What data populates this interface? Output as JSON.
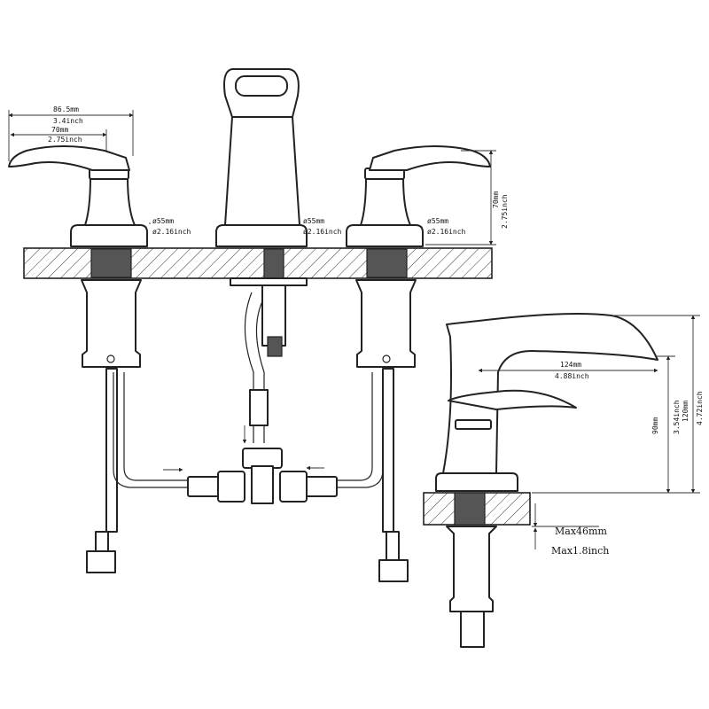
{
  "dimensions": {
    "spread_mm": "86.5mm",
    "spread_in": "3.4inch",
    "handle_mm": "70mm",
    "handle_in": "2.75inch",
    "height_mm": "70mm",
    "height_in": "2.75inch",
    "hole_left_mm": "ø55mm",
    "hole_left_in": "ø2.16inch",
    "hole_center_mm": "ø55mm",
    "hole_center_in": "ø2.16inch",
    "hole_right_mm": "ø55mm",
    "hole_right_in": "ø2.16inch",
    "reach_mm": "124mm",
    "reach_in": "4.88inch",
    "clearance_mm": "90mm",
    "clearance_in": "3.54inch",
    "total_mm": "120mm",
    "total_in": "4.72inch",
    "max_deck_mm": "Max46mm",
    "max_deck_in": "Max1.8inch"
  },
  "colors": {
    "line": "#222222",
    "background": "#ffffff"
  }
}
